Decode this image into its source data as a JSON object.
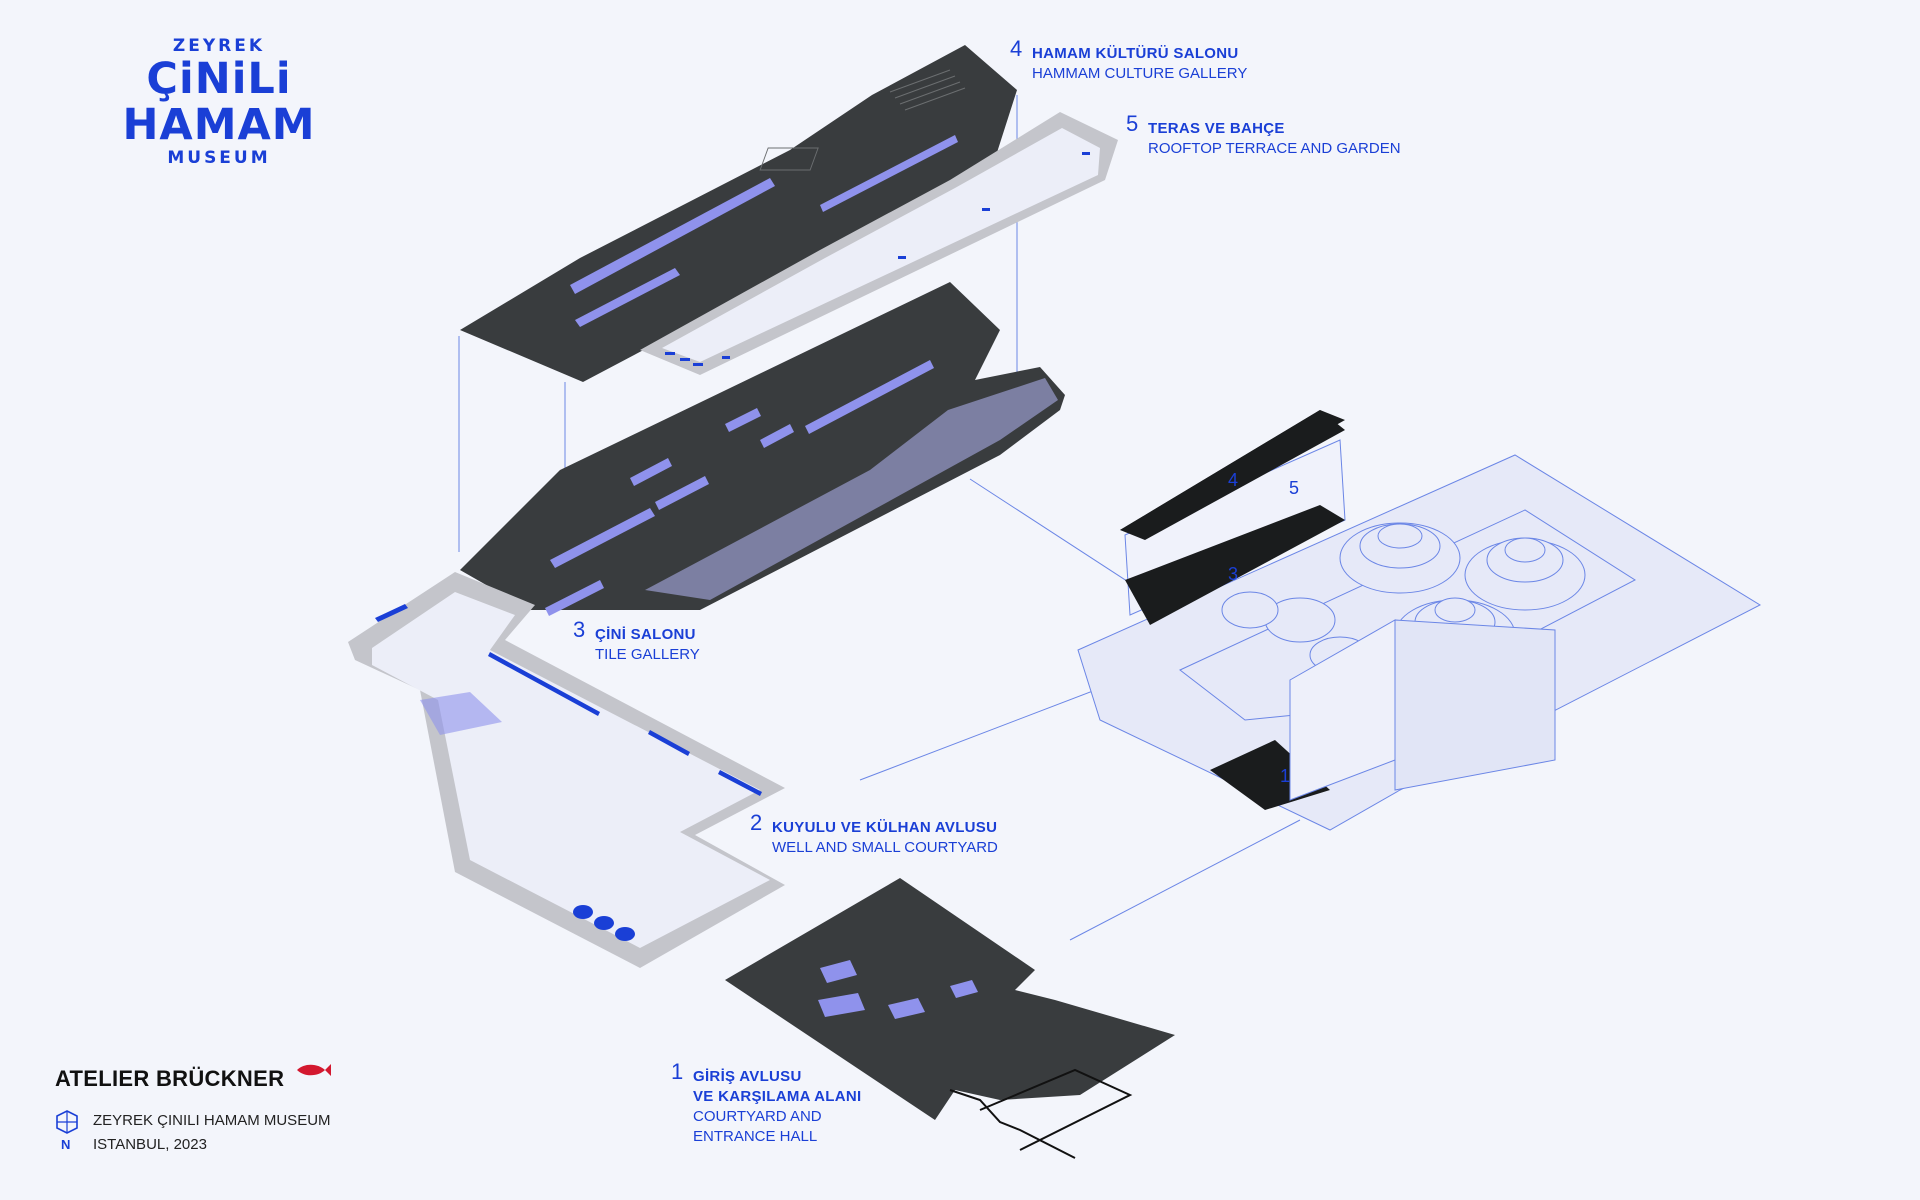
{
  "logo": {
    "top": "ZEYREK",
    "main": "ÇiNiLi HAMAM",
    "bottom": "MUSEUM"
  },
  "floors": [
    {
      "num": "1",
      "tr": "GİRİŞ AVLUSU",
      "tr2": "VE KARŞILAMA ALANI",
      "en": "COURTYARD AND",
      "en2": "ENTRANCE HALL"
    },
    {
      "num": "2",
      "tr": "KUYULU VE KÜLHAN AVLUSU",
      "en": "WELL AND SMALL COURTYARD"
    },
    {
      "num": "3",
      "tr": "ÇİNİ SALONU",
      "en": "TILE GALLERY"
    },
    {
      "num": "4",
      "tr": "HAMAM KÜLTÜRÜ SALONU",
      "en": "HAMMAM CULTURE GALLERY"
    },
    {
      "num": "5",
      "tr": "TERAS VE BAHÇE",
      "en": "ROOFTOP TERRACE AND GARDEN"
    }
  ],
  "building_tags": [
    "4",
    "5",
    "3",
    "1"
  ],
  "footer": {
    "studio": "ATELIER BRÜCKNER",
    "project": "ZEYREK ÇINILI HAMAM MUSEUM",
    "city": "ISTANBUL, 2023",
    "north": "N"
  },
  "colors": {
    "accent": "#1a3fd6",
    "dark_floor": "#393c3e",
    "grey_floor": "#c4c5cb",
    "light_floor": "#eceef8",
    "highlight": "#8f92ec"
  }
}
